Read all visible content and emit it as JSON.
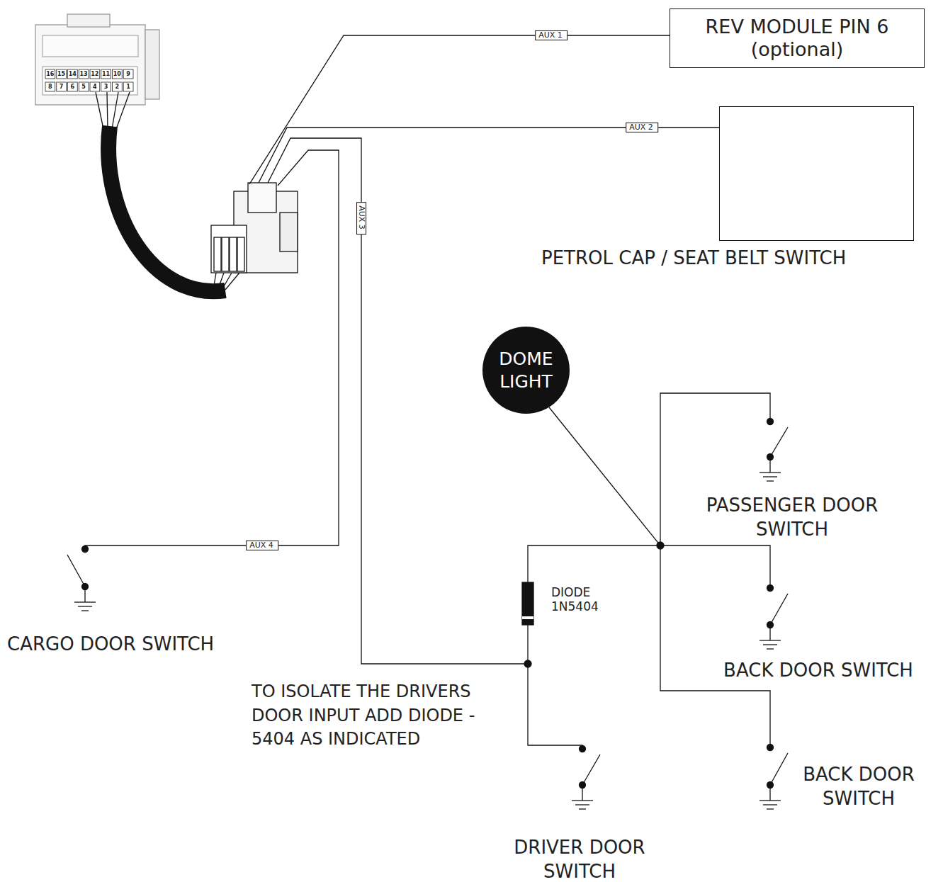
{
  "diagram": {
    "nodes": [
      {
        "text": [
          "REV MODULE PIN 6 (optional)"
        ]
      },
      {
        "text": [
          "PETROL CAP / SEAT BELT SWITCH"
        ]
      },
      {
        "text": [
          "DOME LIGHT"
        ]
      }
    ],
    "labels": [
      "16",
      "15",
      "14",
      "13",
      "12",
      "11",
      "10",
      "9",
      "8",
      "7",
      "6",
      "5",
      "4",
      "3",
      "2",
      "1",
      "AUX 1",
      "AUX 2",
      "AUX 3",
      "AUX 4",
      "CARGO DOOR SWITCH",
      "PASSENGER DOOR SWITCH",
      "BACK DOOR SWITCH",
      "BACK DOOR SWITCH",
      "DRIVER DOOR SWITCH",
      "DIODE 1N5404",
      "TO ISOLATE THE DRIVERS DOOR INPUT ADD DIODE - 5404 AS INDICATED"
    ]
  }
}
